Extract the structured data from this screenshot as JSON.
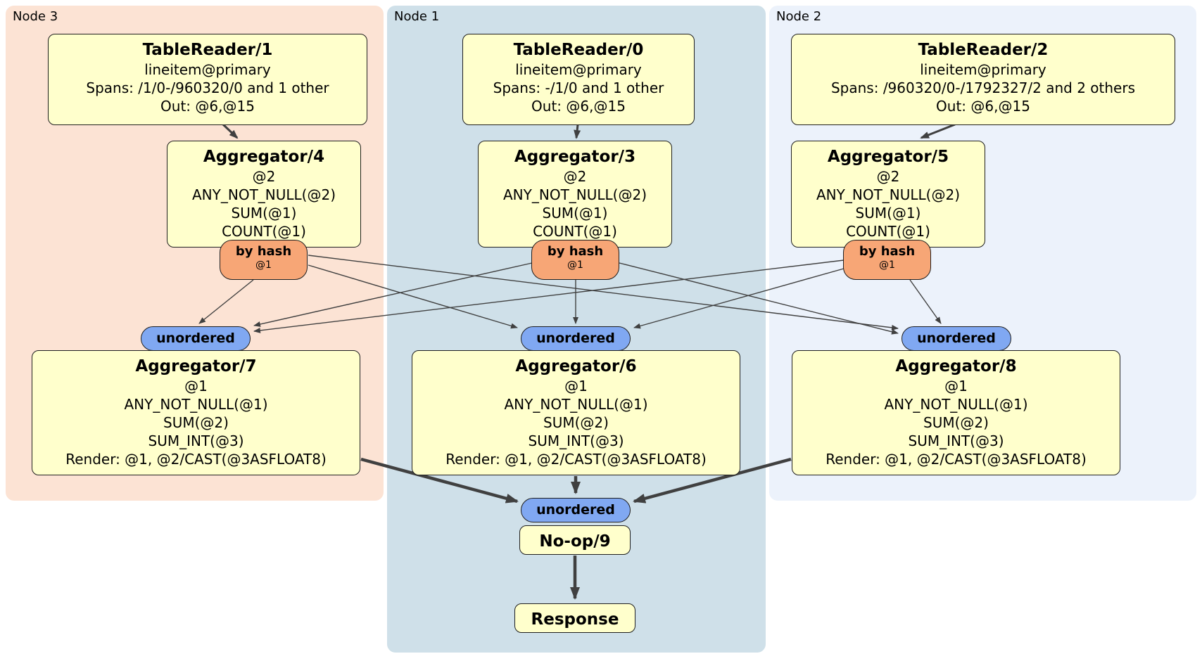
{
  "colors": {
    "node3_bg": "#fce3d4",
    "node1_bg": "#cfe0e9",
    "node2_bg": "#ecf2fb",
    "box_bg": "#ffffcc",
    "box_border": "#1f1f1f",
    "router_bg": "#f7a676",
    "sync_bg": "#80a8f2",
    "edge": "#404040"
  },
  "regions": {
    "node3": {
      "label": "Node 3"
    },
    "node1": {
      "label": "Node 1"
    },
    "node2": {
      "label": "Node 2"
    }
  },
  "processors": {
    "tr1": {
      "title": "TableReader/1",
      "lines": [
        "lineitem@primary",
        "Spans: /1/0-/960320/0 and 1 other",
        "Out: @6,@15"
      ]
    },
    "tr0": {
      "title": "TableReader/0",
      "lines": [
        "lineitem@primary",
        "Spans: -/1/0 and 1 other",
        "Out: @6,@15"
      ]
    },
    "tr2": {
      "title": "TableReader/2",
      "lines": [
        "lineitem@primary",
        "Spans: /960320/0-/1792327/2 and 2 others",
        "Out: @6,@15"
      ]
    },
    "agg4": {
      "title": "Aggregator/4",
      "lines": [
        "@2",
        "ANY_NOT_NULL(@2)",
        "SUM(@1)",
        "COUNT(@1)"
      ]
    },
    "agg3": {
      "title": "Aggregator/3",
      "lines": [
        "@2",
        "ANY_NOT_NULL(@2)",
        "SUM(@1)",
        "COUNT(@1)"
      ]
    },
    "agg5": {
      "title": "Aggregator/5",
      "lines": [
        "@2",
        "ANY_NOT_NULL(@2)",
        "SUM(@1)",
        "COUNT(@1)"
      ]
    },
    "agg7": {
      "title": "Aggregator/7",
      "lines": [
        "@1",
        "ANY_NOT_NULL(@1)",
        "SUM(@2)",
        "SUM_INT(@3)",
        "Render: @1, @2/CAST(@3ASFLOAT8)"
      ]
    },
    "agg6": {
      "title": "Aggregator/6",
      "lines": [
        "@1",
        "ANY_NOT_NULL(@1)",
        "SUM(@2)",
        "SUM_INT(@3)",
        "Render: @1, @2/CAST(@3ASFLOAT8)"
      ]
    },
    "agg8": {
      "title": "Aggregator/8",
      "lines": [
        "@1",
        "ANY_NOT_NULL(@1)",
        "SUM(@2)",
        "SUM_INT(@3)",
        "Render: @1, @2/CAST(@3ASFLOAT8)"
      ]
    },
    "noop": {
      "title": "No-op/9"
    },
    "response": {
      "title": "Response"
    }
  },
  "routers": {
    "r4": {
      "label": "by hash",
      "detail": "@1"
    },
    "r3": {
      "label": "by hash",
      "detail": "@1"
    },
    "r5": {
      "label": "by hash",
      "detail": "@1"
    }
  },
  "syncs": {
    "u7": {
      "label": "unordered"
    },
    "u6": {
      "label": "unordered"
    },
    "u8": {
      "label": "unordered"
    },
    "ufinal": {
      "label": "unordered"
    }
  }
}
